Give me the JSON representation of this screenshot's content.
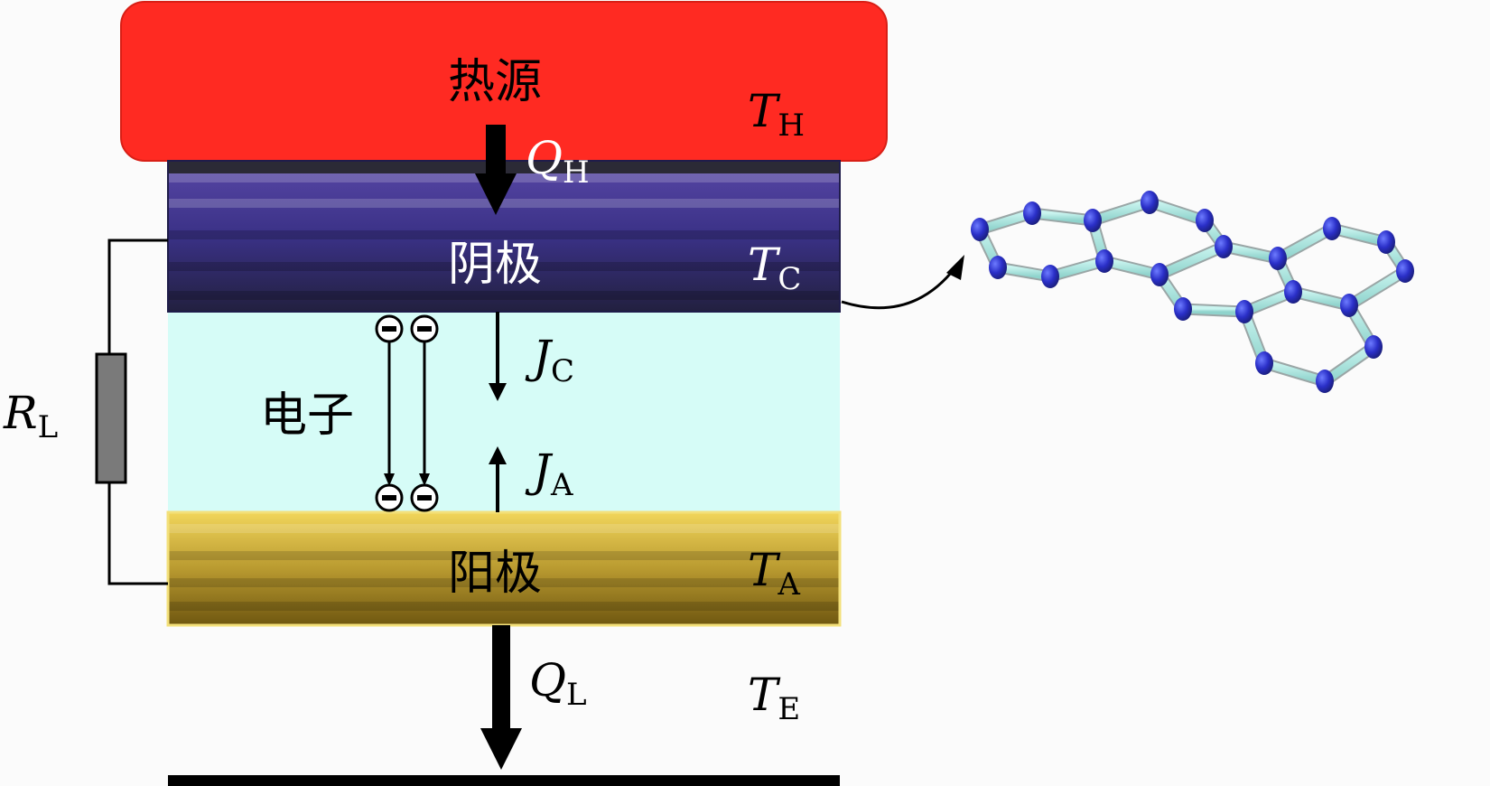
{
  "heat_source": {
    "label": "热源",
    "temp_symbol": "T",
    "temp_sub": "H",
    "color": "#ff2a22"
  },
  "heat_in": {
    "symbol": "Q",
    "sub": "H"
  },
  "cathode": {
    "label": "阴极",
    "temp_symbol": "T",
    "temp_sub": "C",
    "color": "#2e2a66"
  },
  "electrons": {
    "label": "电子",
    "region_color": "#d6fcf7"
  },
  "current_cathode": {
    "symbol": "J",
    "sub": "C"
  },
  "current_anode": {
    "symbol": "J",
    "sub": "A"
  },
  "anode": {
    "label": "阳极",
    "temp_symbol": "T",
    "temp_sub": "A",
    "color": "#b39520"
  },
  "heat_out": {
    "symbol": "Q",
    "sub": "L"
  },
  "environment": {
    "temp_symbol": "T",
    "temp_sub": "E"
  },
  "load": {
    "symbol": "R",
    "sub": "L",
    "color": "#7a7a7a"
  },
  "molecule": {
    "atom_color": "#2a2fc8",
    "bond_color": "#9fe6e0"
  }
}
